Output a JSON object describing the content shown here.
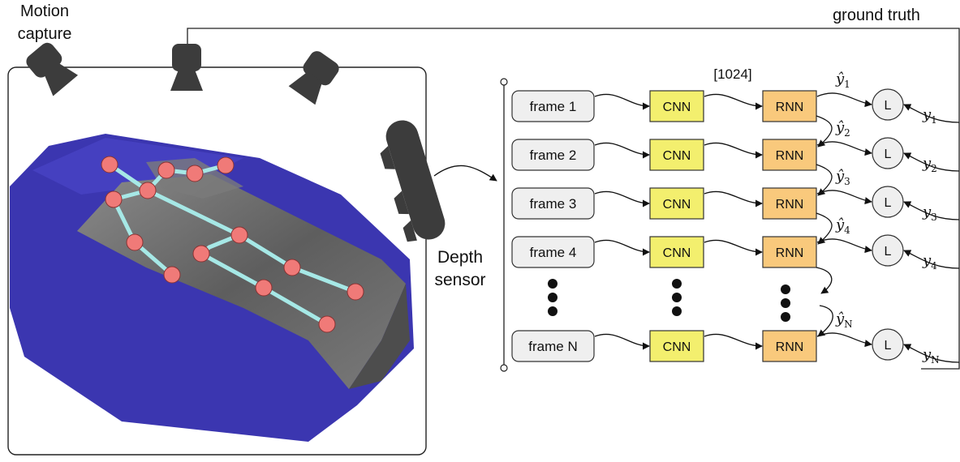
{
  "motion_capture": {
    "line1": "Motion",
    "line2": "capture"
  },
  "ground_truth": "ground truth",
  "depth_sensor": {
    "line1": "Depth",
    "line2": "sensor"
  },
  "feature_dim": "[1024]",
  "cnn_label": "CNN",
  "rnn_label": "RNN",
  "loss_label": "L",
  "rows": [
    {
      "frame": "frame 1",
      "pred": "ŷ",
      "pred_sub": "1",
      "gt": "y",
      "gt_sub": "1"
    },
    {
      "frame": "frame 2",
      "pred": "ŷ",
      "pred_sub": "2",
      "gt": "y",
      "gt_sub": "2"
    },
    {
      "frame": "frame 3",
      "pred": "ŷ",
      "pred_sub": "3",
      "gt": "y",
      "gt_sub": "3"
    },
    {
      "frame": "frame 4",
      "pred": "ŷ",
      "pred_sub": "4",
      "gt": "y",
      "gt_sub": "4"
    },
    {
      "frame": "frame N",
      "pred": "ŷ",
      "pred_sub": "N",
      "gt": "y",
      "gt_sub": "N"
    }
  ],
  "colors": {
    "cnn": "#f3ef6e",
    "rnn": "#f9c97c",
    "frame": "#efefef",
    "camera": "#3c3c3c",
    "joint": "#f07a78",
    "bone": "#a6e8e6",
    "floor": "#3b36b0",
    "surface": "#6f6f6f"
  }
}
